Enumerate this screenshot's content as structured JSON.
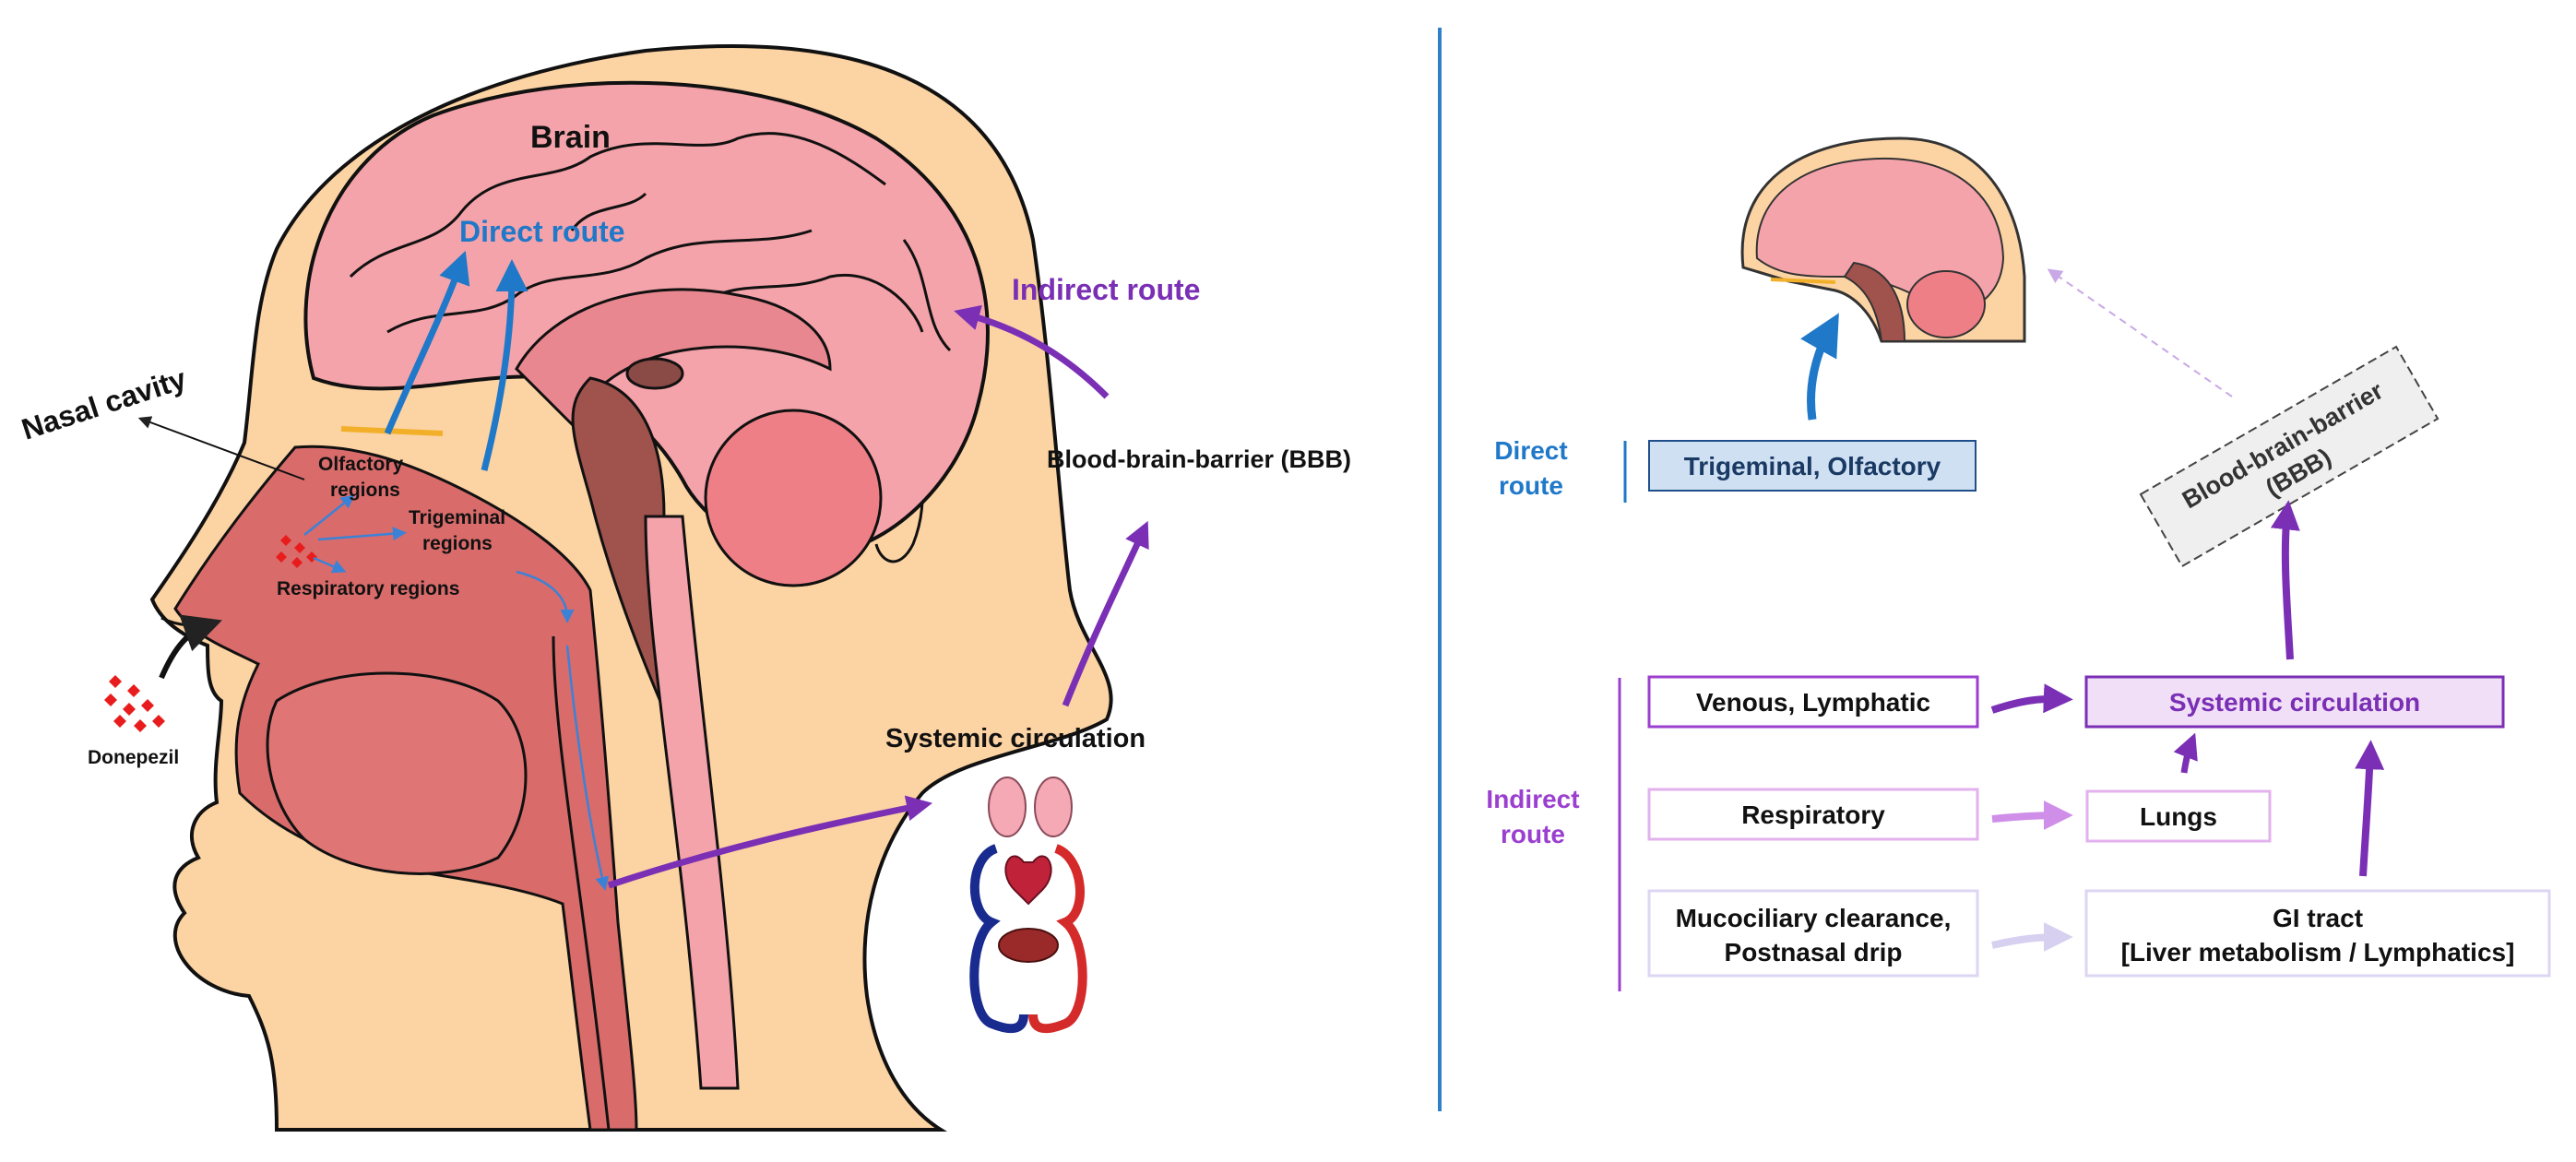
{
  "left_panel": {
    "labels": {
      "brain": "Brain",
      "direct_route": "Direct route",
      "indirect_route": "Indirect route",
      "nasal_cavity": "Nasal cavity",
      "olfactory_line1": "Olfactory",
      "olfactory_line2": "regions",
      "trigeminal_line1": "Trigeminal",
      "trigeminal_line2": "regions",
      "respiratory": "Respiratory regions",
      "bbb": "Blood-brain-barrier (BBB)",
      "systemic": "Systemic circulation",
      "donepezil": "Donepezil"
    }
  },
  "right_panel": {
    "direct_label_line1": "Direct",
    "direct_label_line2": "route",
    "indirect_label_line1": "Indirect",
    "indirect_label_line2": "route",
    "boxes": {
      "trigeminal_olfactory": "Trigeminal, Olfactory",
      "bbb_line1": "Blood-brain-barrier",
      "bbb_line2": "(BBB)",
      "venous_lymphatic": "Venous, Lymphatic",
      "systemic": "Systemic circulation",
      "respiratory": "Respiratory",
      "lungs": "Lungs",
      "mucociliary_line1": "Mucociliary clearance,",
      "mucociliary_line2": "Postnasal drip",
      "gi_line1": "GI tract",
      "gi_line2": "[Liver metabolism / Lymphatics]"
    }
  },
  "colors": {
    "direct_blue": "#1f78c8",
    "indirect_purple": "#7a2fb5",
    "skin": "#fcd3a3",
    "brain_pink": "#f5a3aa",
    "tissue": "#d96b6b"
  }
}
